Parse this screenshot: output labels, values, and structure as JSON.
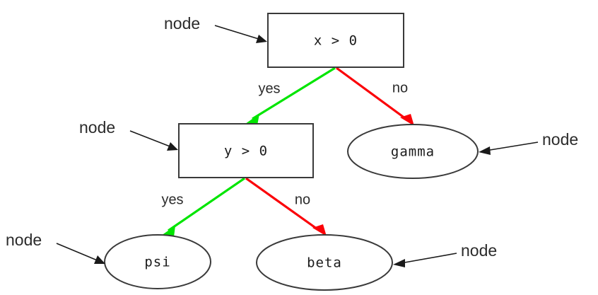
{
  "diagram": {
    "type": "decision-tree",
    "background_color": "#ffffff",
    "colors": {
      "yes_edge": "#00e500",
      "no_edge": "#fb0007",
      "node_outline": "#3a3a3a",
      "node_fill": "#ffffff",
      "annotation": "#1a1a1a",
      "text": "#2b2b2b"
    },
    "nodes": {
      "root": {
        "label": "x > 0",
        "shape": "rectangle"
      },
      "second": {
        "label": "y > 0",
        "shape": "rectangle"
      },
      "gamma": {
        "label": "gamma",
        "shape": "ellipse"
      },
      "psi": {
        "label": "psi",
        "shape": "ellipse"
      },
      "beta": {
        "label": "beta",
        "shape": "ellipse"
      }
    },
    "edges": {
      "root_yes": "yes",
      "root_no": "no",
      "second_yes": "yes",
      "second_no": "no"
    },
    "annotations": {
      "root_node": "node",
      "second_node": "node",
      "gamma_node": "node",
      "psi_node": "node",
      "beta_node": "node"
    }
  }
}
